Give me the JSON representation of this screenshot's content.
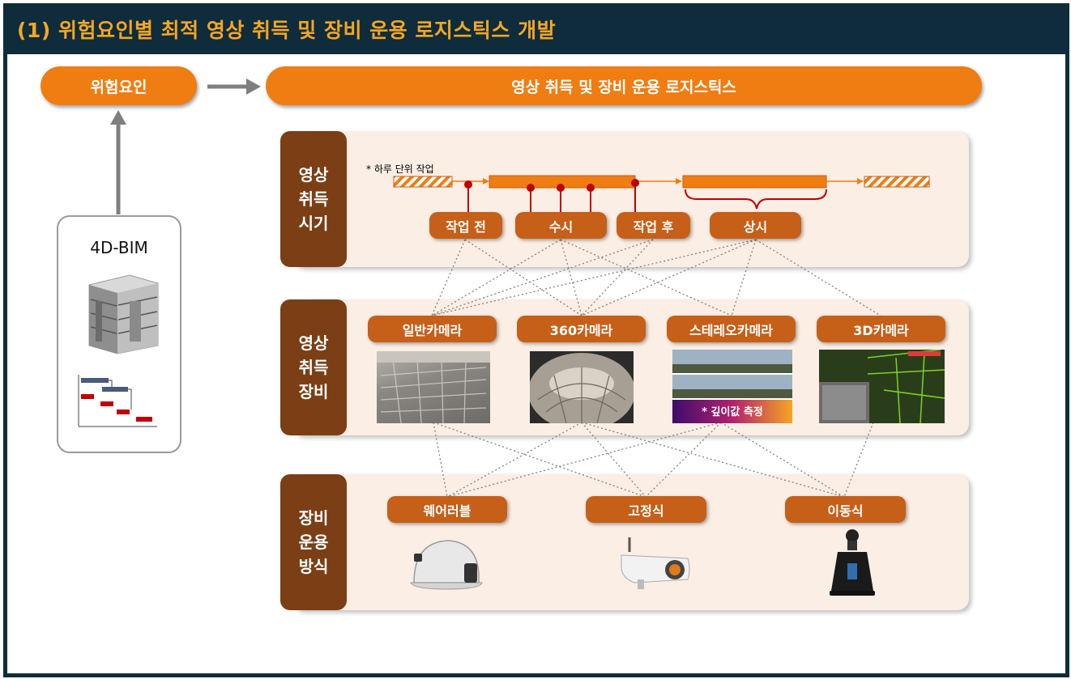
{
  "title": "(1) 위험요인별 최적 영상 취득 및 장비 운용 로지스틱스 개발",
  "risk_pill": "위험요인",
  "logistics_pill": "영상 취득 및 장비 운용 로지스틱스",
  "bim": {
    "label": "4D-BIM"
  },
  "timing": {
    "label": "영상\n취득\n시기",
    "note": "* 하루 단위 작업",
    "tags": [
      "작업 전",
      "수시",
      "작업 후",
      "상시"
    ]
  },
  "equipment": {
    "label": "영상\n취득\n장비",
    "tags": [
      "일반카메라",
      "360카메라",
      "스테레오카메라",
      "3D카메라"
    ],
    "depth_note": "* 깊이값 측정"
  },
  "operation": {
    "label": "장비\n운용\n방식",
    "tags": [
      "웨어러블",
      "고정식",
      "이동식"
    ]
  },
  "colors": {
    "accent": "#ef7d12",
    "dark_brown": "#7b3e15",
    "tag_brown": "#c65f18",
    "header": "#0e2c3c",
    "header_text": "#f5a623"
  },
  "icons": [
    "building-model-icon",
    "gantt-chart-icon",
    "helmet-camera-icon",
    "fixed-camera-icon",
    "mobile-robot-camera-icon"
  ]
}
